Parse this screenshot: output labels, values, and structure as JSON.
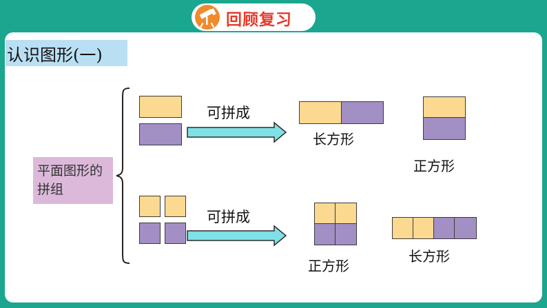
{
  "header": {
    "title": "回顾复习",
    "icon": "telescope-icon",
    "accent": "#e8392b",
    "background": "#1aa68f"
  },
  "section": {
    "title": "认识图形(一)"
  },
  "category": {
    "label": "平面图形的拼组"
  },
  "group_top": {
    "arrow_label": "可拼成",
    "result_1": "长方形",
    "result_2": "正方形"
  },
  "group_bottom": {
    "arrow_label": "可拼成",
    "result_1": "正方形",
    "result_2": "长方形"
  },
  "colors": {
    "yellow": "#fcd990",
    "purple": "#a28fc4"
  }
}
